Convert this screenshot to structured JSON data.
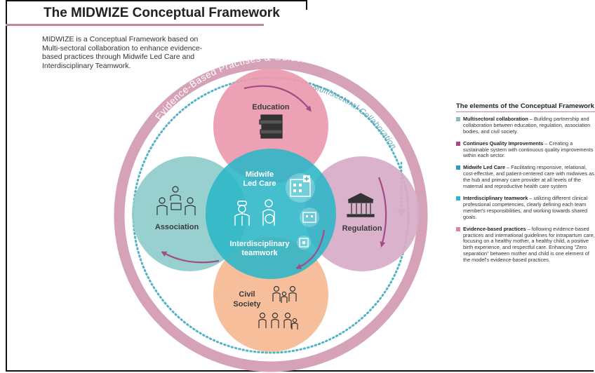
{
  "title": "The MIDWIZE Conceptual Framework",
  "intro": "MIDWIZE is a Conceptual Framework based on Multi-sectoral collaboration to enhance evidence-based practices through Midwife Led Care and Interdisciplinary Teamwork.",
  "diagram": {
    "outer_ring_label": "Evidence-Based Practises & Guidelines",
    "inner_arc_label": "Multisectoral Collaboration",
    "education": "Education",
    "association": "Association",
    "regulation": "Regulation",
    "civil_society_line1": "Civil",
    "civil_society_line2": "Society",
    "midwife_led_care_line1": "Midwife",
    "midwife_led_care_line2": "Led Care",
    "interdisciplinary_line1": "Interdisciplinary",
    "interdisciplinary_line2": "teamwork"
  },
  "colors": {
    "ring": "#d6a2b7",
    "education": "#ea9aae",
    "association": "#8fcccb",
    "regulation": "#d7abc7",
    "civil_society": "#f5b992",
    "center": "#2bb6c7",
    "arrow": "#a24b86",
    "dots": "#52b3c7"
  },
  "elements": {
    "heading": "The elements of the Conceptual Framework",
    "items": [
      {
        "color": "#8fb8be",
        "label": "Multisectoral collaboration",
        "text": " – Building partnership and collaboration between education, regulation, association bodies, and civil society."
      },
      {
        "color": "#a24b86",
        "label": "Continues Quality Improvements",
        "text": " – Creating a sustainable system with continuous quality improvements within each sector."
      },
      {
        "color": "#2a9db5",
        "label": "Midwife Led Care",
        "text": " – Facilitating responsive, relational, cost-effective, and patient-centered care with midwives as the hub and primary care provider at all levels of the maternal and reproductive health care system"
      },
      {
        "color": "#2bb6c7",
        "label": "Interdisciplinary teamwork",
        "text": " – utilizing different clinical professional competencies, clearly defining each team member's responsibilities, and working towards shared goals."
      },
      {
        "color": "#d4879f",
        "label": "Evidence-based practices",
        "text": " – following evidence-based practices and international guidelines for intrapartum care, focusing on a healthy mother, a healthy child, a positive birth experience, and respectful care. Enhancing \"Zero separation\" between mother and child is one element of the model's evidence-based practices."
      }
    ]
  }
}
